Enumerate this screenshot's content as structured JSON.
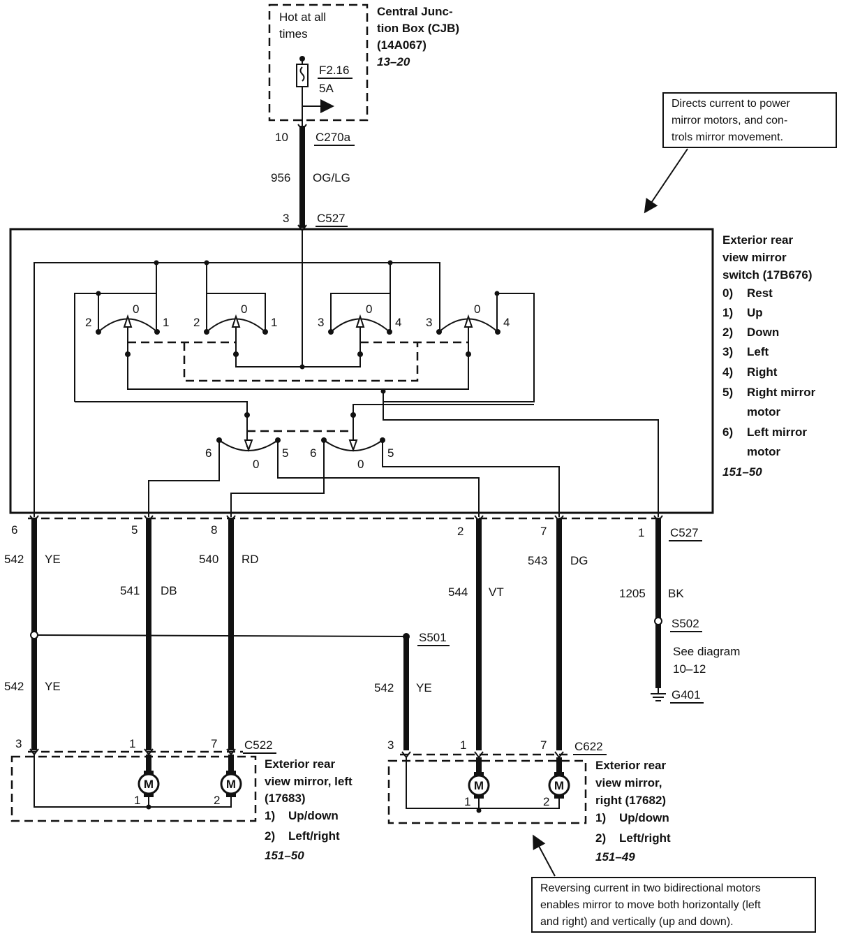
{
  "cjb": {
    "hot": "Hot at all",
    "times": "times",
    "fuse": "F2.16",
    "fuse_rating": "5A",
    "title1": "Central Junc-",
    "title2": "tion Box (CJB)",
    "title3": "(14A067)",
    "ref": "13–20"
  },
  "feed": {
    "pin_top": "10",
    "conn_top": "C270a",
    "circuit": "956",
    "color": "OG/LG",
    "pin_bottom": "3",
    "conn_bottom": "C527"
  },
  "callout_top": {
    "line1": "Directs current to power",
    "line2": "mirror motors, and con-",
    "line3": "trols mirror movement."
  },
  "switch_legend": {
    "title1": "Exterior rear",
    "title2": "view mirror",
    "title3": "switch (17B676)",
    "items": [
      {
        "num": "0)",
        "text": "Rest"
      },
      {
        "num": "1)",
        "text": "Up"
      },
      {
        "num": "2)",
        "text": "Down"
      },
      {
        "num": "3)",
        "text": "Left"
      },
      {
        "num": "4)",
        "text": "Right"
      },
      {
        "num": "5)",
        "text": "Right mirror",
        "text2": "motor"
      },
      {
        "num": "6)",
        "text": "Left mirror",
        "text2": "motor"
      }
    ],
    "ref": "151–50"
  },
  "switch_contacts": {
    "s1": [
      "2",
      "0",
      "1"
    ],
    "s2": [
      "2",
      "0",
      "1"
    ],
    "s3": [
      "3",
      "0",
      "4"
    ],
    "s4": [
      "3",
      "0",
      "4"
    ],
    "s5": [
      "6",
      "0",
      "5"
    ],
    "s6": [
      "6",
      "0",
      "5"
    ]
  },
  "wires": {
    "w1": {
      "pin": "6",
      "circuit": "542",
      "color": "YE",
      "circuit2": "542",
      "color2": "YE"
    },
    "w2": {
      "pin": "5",
      "circuit": "541",
      "color": "DB"
    },
    "w3": {
      "pin": "8",
      "circuit": "540",
      "color": "RD"
    },
    "w4": {
      "pin": "2",
      "circuit": "544",
      "color": "VT"
    },
    "w5": {
      "pin": "7",
      "circuit": "543",
      "color": "DG"
    },
    "w6": {
      "pin": "1",
      "circuit": "1205",
      "color": "BK"
    },
    "conn": "C527"
  },
  "splice": {
    "s501": "S501",
    "s501_circuit": "542",
    "s501_color": "YE",
    "s502": "S502",
    "see": "See diagram",
    "see_ref": "10–12",
    "ground": "G401"
  },
  "left_mirror": {
    "pins": [
      "3",
      "1",
      "7"
    ],
    "conn": "C522",
    "motor1": "1",
    "motor2": "2",
    "title1": "Exterior rear",
    "title2": "view mirror, left",
    "title3": "(17683)",
    "items": [
      {
        "num": "1)",
        "text": "Up/down"
      },
      {
        "num": "2)",
        "text": "Left/right"
      }
    ],
    "ref": "151–50"
  },
  "right_mirror": {
    "pins": [
      "3",
      "1",
      "7"
    ],
    "conn": "C622",
    "motor1": "1",
    "motor2": "2",
    "title1": "Exterior rear",
    "title2": "view mirror,",
    "title3": "right (17682)",
    "items": [
      {
        "num": "1)",
        "text": "Up/down"
      },
      {
        "num": "2)",
        "text": "Left/right"
      }
    ],
    "ref": "151–49"
  },
  "motor_symbol": "M",
  "callout_bottom": {
    "line1": "Reversing current in two bidirectional motors",
    "line2": "enables mirror to move both horizontally (left",
    "line3": "and right) and vertically (up and down)."
  }
}
